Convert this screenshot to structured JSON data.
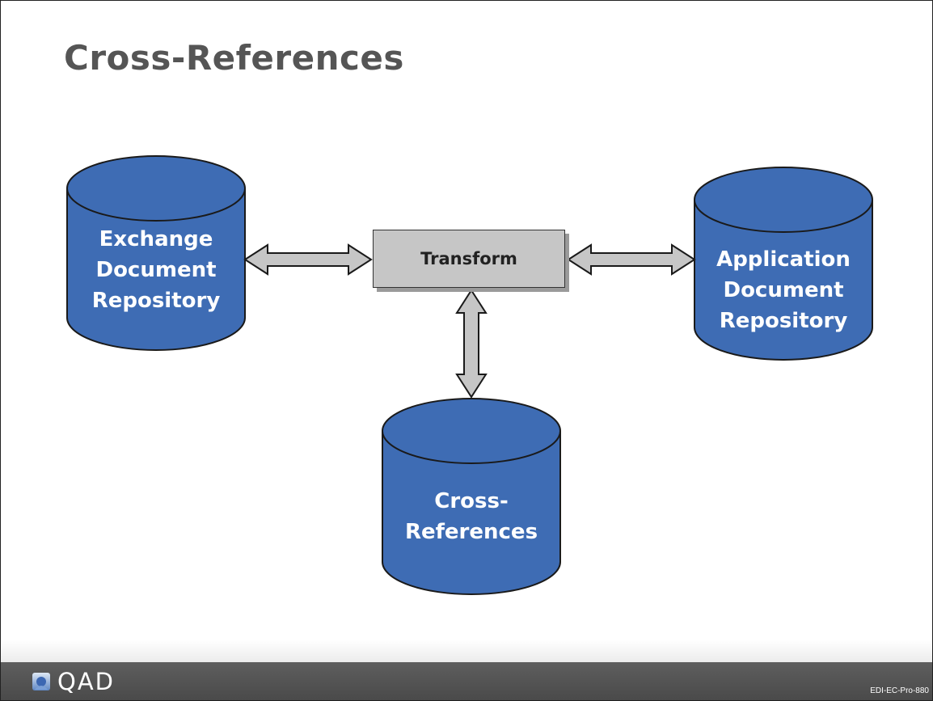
{
  "slide": {
    "title": "Cross-References"
  },
  "diagram": {
    "exchange_repo": {
      "lines": [
        "Exchange",
        "Document",
        "Repository"
      ]
    },
    "transform": {
      "label": "Transform"
    },
    "application_repo": {
      "lines": [
        "Application",
        "Document",
        "Repository"
      ]
    },
    "cross_references": {
      "lines": [
        "Cross-",
        "References"
      ]
    },
    "colors": {
      "cylinder_fill": "#3e6cb4",
      "cylinder_stroke": "#1a1a1a",
      "arrow_fill": "#c6c6c6",
      "box_fill": "#c6c6c6"
    }
  },
  "footer": {
    "logo_text": "QAD",
    "slide_code": "EDI-EC-Pro-880"
  }
}
